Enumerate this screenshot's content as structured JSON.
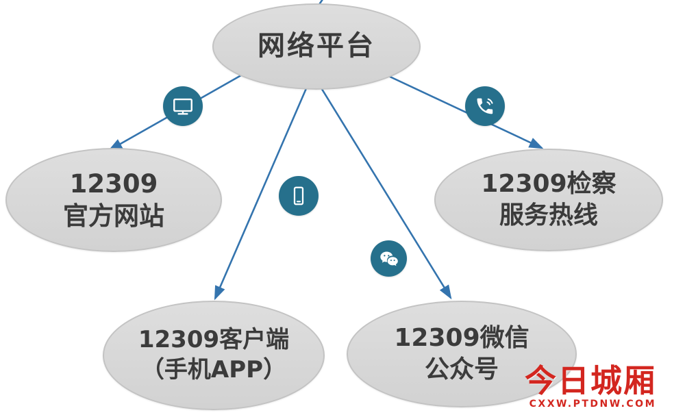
{
  "diagram": {
    "root": {
      "label": "网络平台"
    },
    "nodes": {
      "website": {
        "line1": "12309",
        "line2": "官方网站",
        "icon": "monitor-icon"
      },
      "hotline": {
        "line1": "12309检察",
        "line2": "服务热线",
        "icon": "phone-icon"
      },
      "app": {
        "line1": "12309客户端",
        "line2": "（手机APP）",
        "icon": "smartphone-icon"
      },
      "wechat": {
        "line1": "12309微信",
        "line2": "公众号",
        "icon": "wechat-icon"
      }
    },
    "colors": {
      "node_fill": "#d8d8d8",
      "node_border": "#c3c3c3",
      "node_text": "#3b3b3b",
      "arrow": "#3474ae",
      "icon_background": "#26708c",
      "icon_glyph": "#ffffff",
      "watermark_red": "#d3261f"
    }
  },
  "watermark": {
    "title": "今日城厢",
    "url": "CXXW.PTDNW.COM"
  }
}
